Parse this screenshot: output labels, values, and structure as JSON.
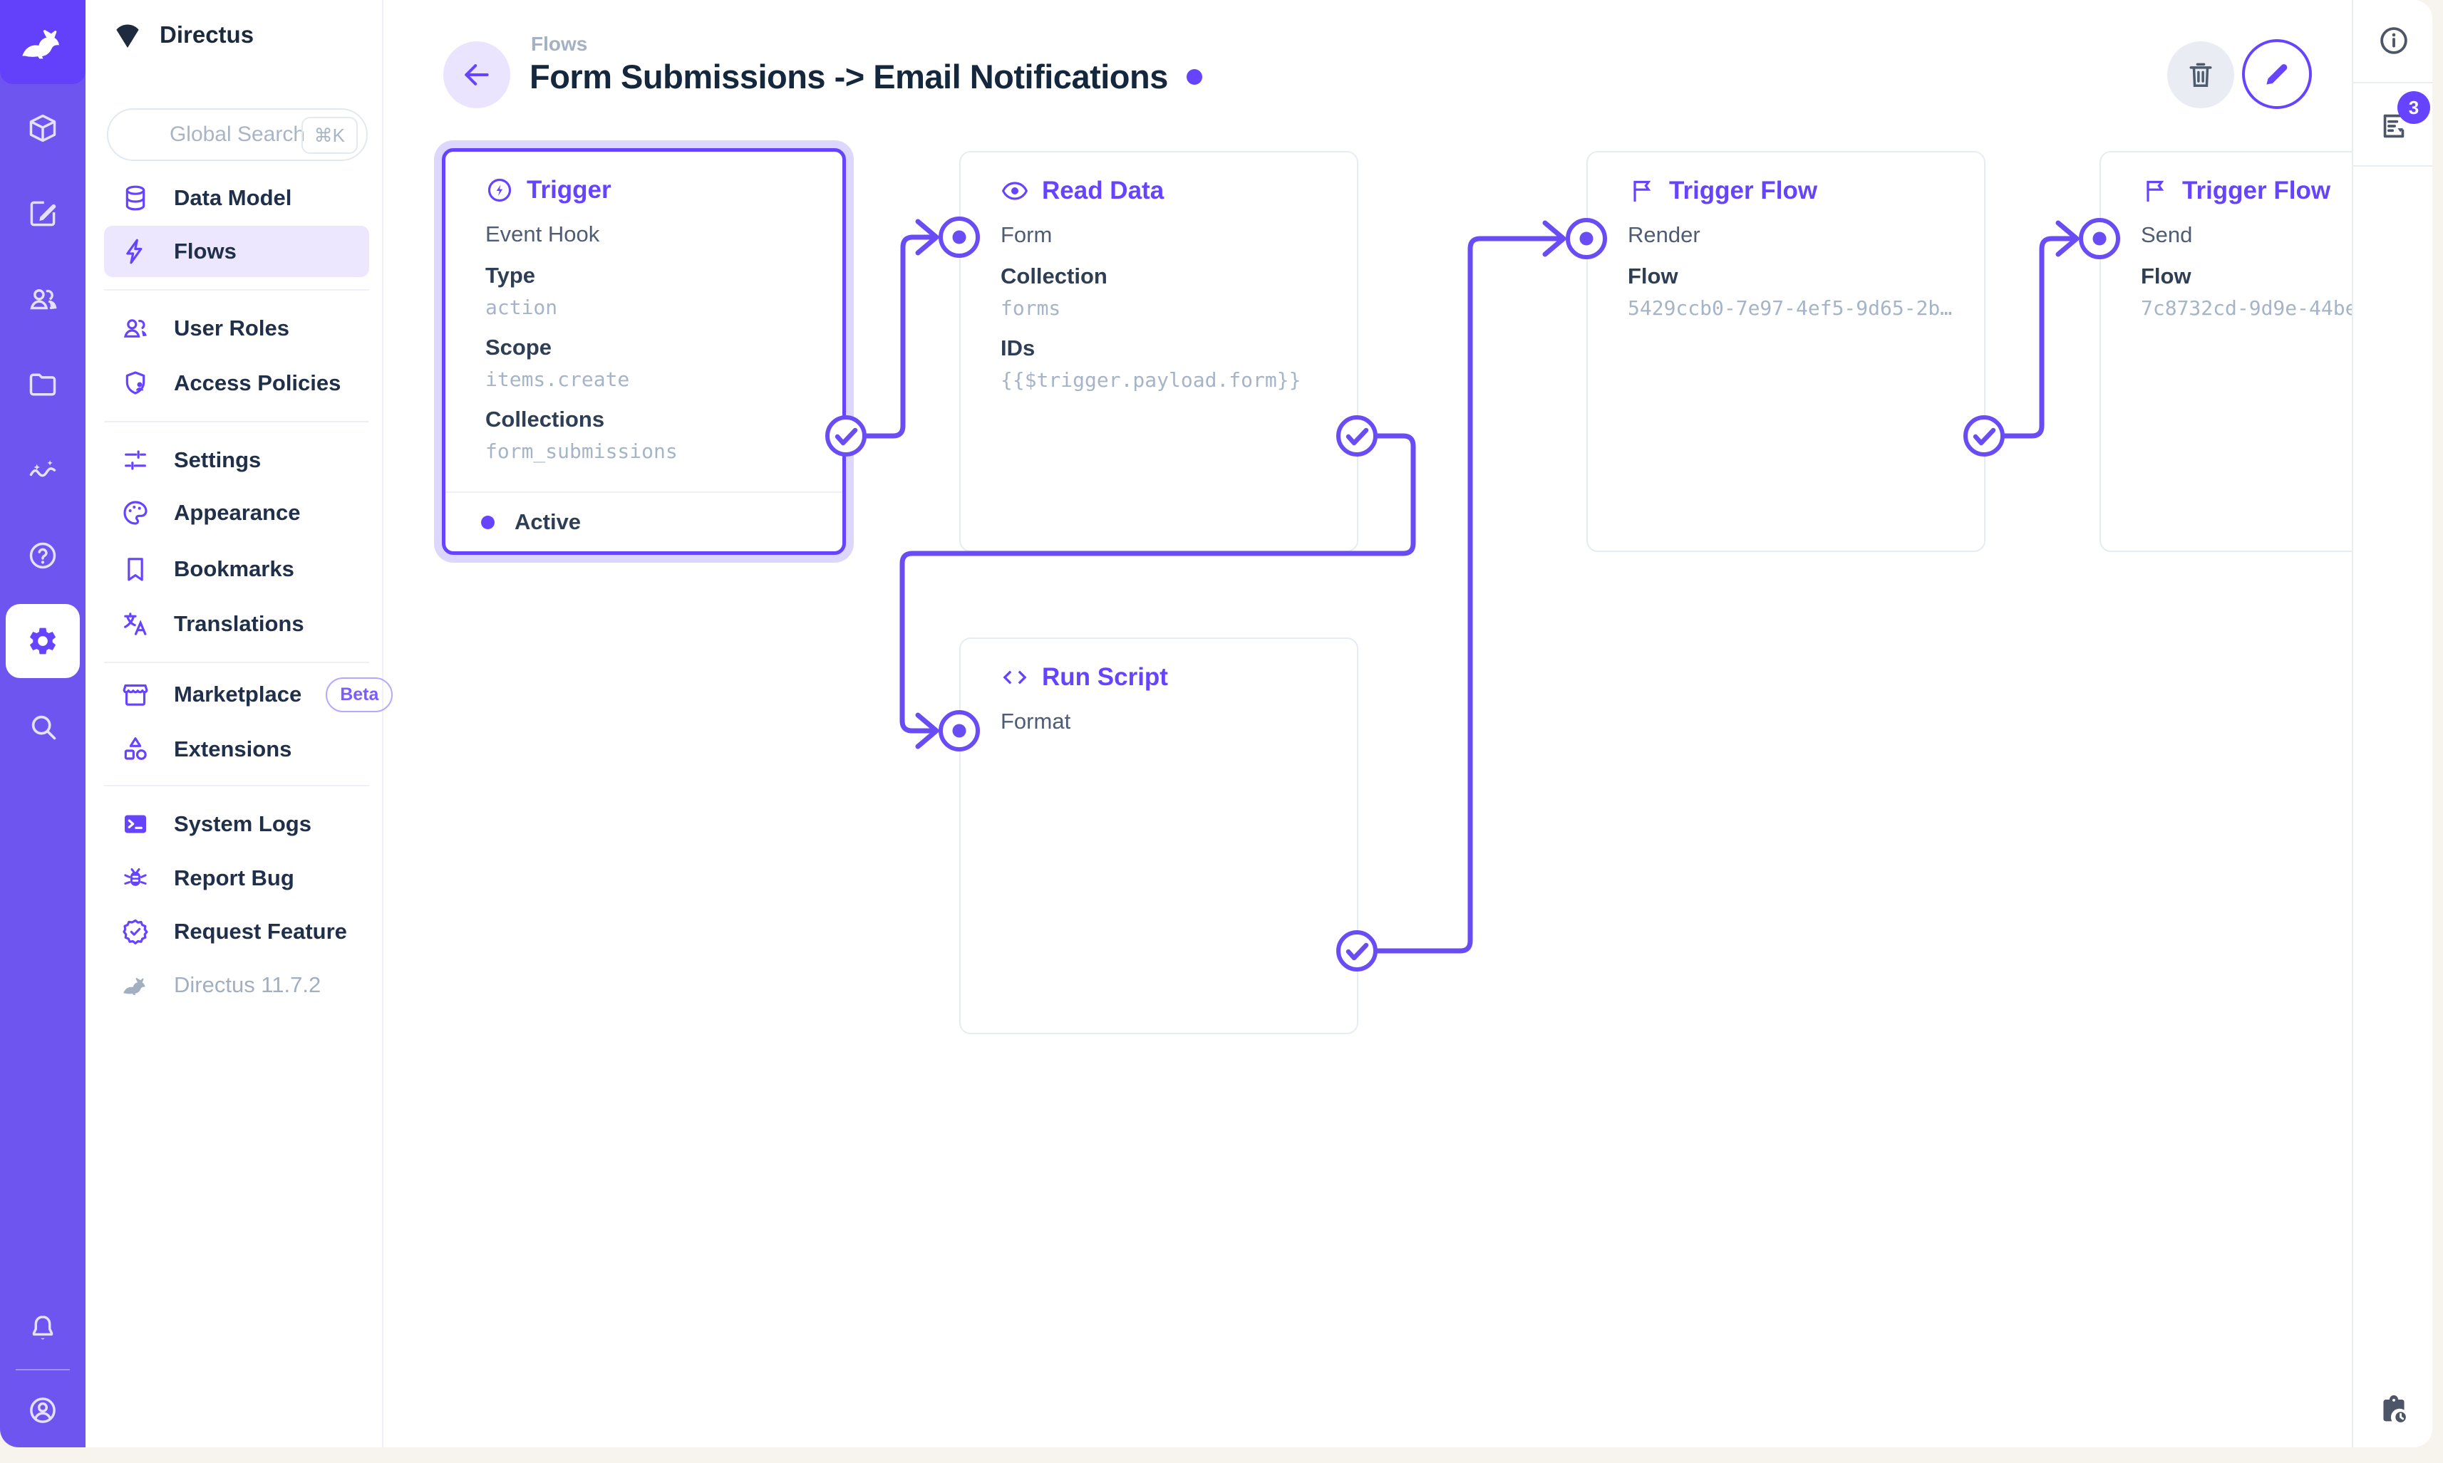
{
  "module_bar": {
    "modules": [
      {
        "icon": "content-box"
      },
      {
        "icon": "editor-pencil"
      },
      {
        "icon": "user-directory"
      },
      {
        "icon": "file-library"
      },
      {
        "icon": "insights"
      },
      {
        "icon": "docs-help"
      },
      {
        "icon": "settings-gear",
        "active": true
      },
      {
        "icon": "search"
      }
    ],
    "bottom": [
      {
        "icon": "notifications-bell"
      },
      {
        "icon": "account-circle"
      }
    ]
  },
  "sidebar": {
    "project_name": "Directus",
    "search": {
      "placeholder": "Global Search",
      "shortcut": "⌘K"
    },
    "items": [
      {
        "label": "Data Model",
        "icon": "database"
      },
      {
        "label": "Flows",
        "icon": "bolt",
        "active": true
      },
      {
        "label": "User Roles",
        "icon": "people"
      },
      {
        "label": "Access Policies",
        "icon": "shield-user"
      },
      {
        "label": "Settings",
        "icon": "tune"
      },
      {
        "label": "Appearance",
        "icon": "palette"
      },
      {
        "label": "Bookmarks",
        "icon": "bookmark"
      },
      {
        "label": "Translations",
        "icon": "translate"
      },
      {
        "label": "Marketplace",
        "icon": "storefront",
        "badge": "Beta"
      },
      {
        "label": "Extensions",
        "icon": "category"
      },
      {
        "label": "System Logs",
        "icon": "terminal"
      },
      {
        "label": "Report Bug",
        "icon": "bug"
      },
      {
        "label": "Request Feature",
        "icon": "seal-check"
      }
    ],
    "version": "Directus 11.7.2"
  },
  "header": {
    "breadcrumb": "Flows",
    "title": "Form Submissions -> Email Notifications"
  },
  "flow": {
    "trigger": {
      "panel": "Trigger",
      "name": "Event Hook",
      "fields": [
        {
          "label": "Type",
          "value": "action"
        },
        {
          "label": "Scope",
          "value": "items.create"
        },
        {
          "label": "Collections",
          "value": "form_submissions"
        }
      ],
      "status": "Active"
    },
    "read_data": {
      "panel": "Read Data",
      "name": "Form",
      "fields": [
        {
          "label": "Collection",
          "value": "forms"
        },
        {
          "label": "IDs",
          "value": "{{$trigger.payload.form}}"
        }
      ]
    },
    "trigger_flow_render": {
      "panel": "Trigger Flow",
      "name": "Render",
      "fields": [
        {
          "label": "Flow",
          "value": "5429ccb0-7e97-4ef5-9d65-2b…"
        }
      ]
    },
    "trigger_flow_send": {
      "panel": "Trigger Flow",
      "name": "Send",
      "fields": [
        {
          "label": "Flow",
          "value": "7c8732cd-9d9e-44be"
        }
      ]
    },
    "run_script": {
      "panel": "Run Script",
      "name": "Format"
    }
  },
  "right_sidebar": {
    "notifications_count": "3"
  },
  "colors": {
    "accent": "#6644ff",
    "module_bar": "#6e55f0",
    "nav_active_bg": "#ece6ff",
    "value_text": "#a6b4c8"
  }
}
